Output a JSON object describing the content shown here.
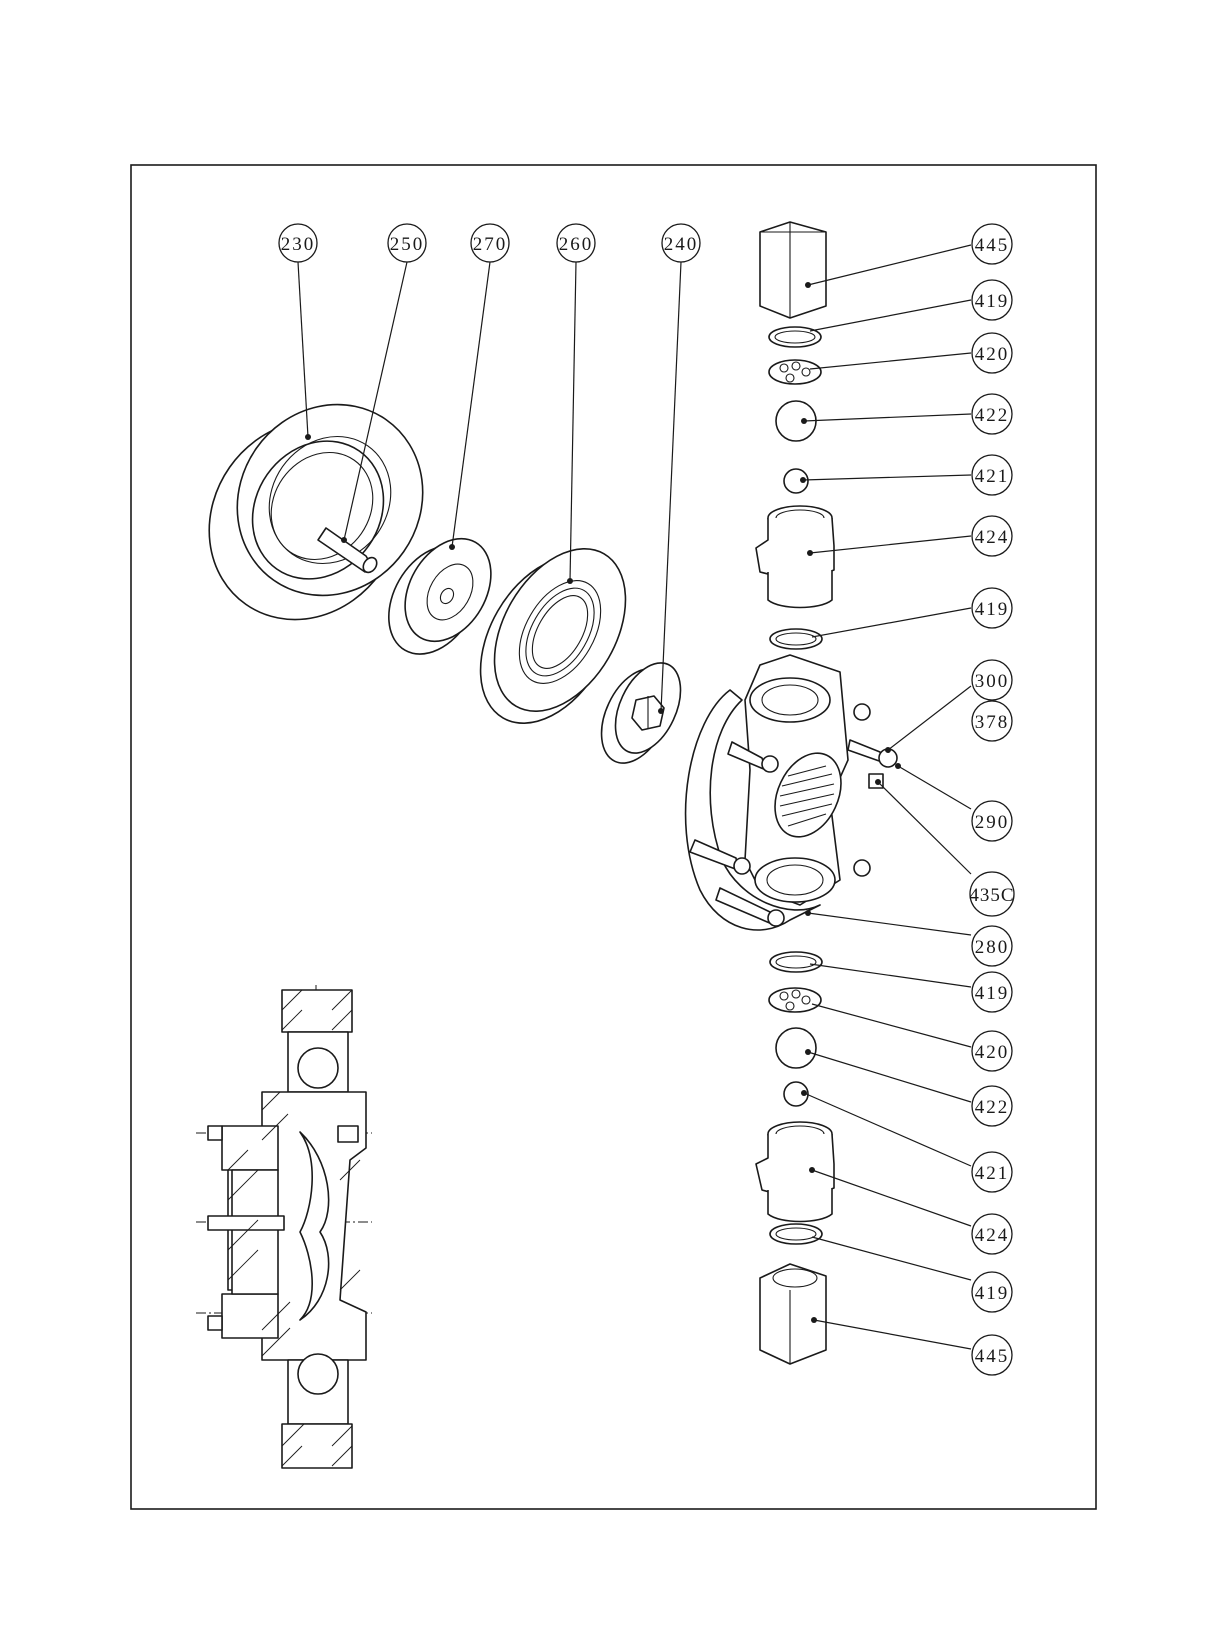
{
  "callouts": [
    {
      "id": "230",
      "label": "230"
    },
    {
      "id": "250",
      "label": "250"
    },
    {
      "id": "270",
      "label": "270"
    },
    {
      "id": "260",
      "label": "260"
    },
    {
      "id": "240",
      "label": "240"
    },
    {
      "id": "445-top",
      "label": "445"
    },
    {
      "id": "419-a",
      "label": "419"
    },
    {
      "id": "420-top",
      "label": "420"
    },
    {
      "id": "422-top",
      "label": "422"
    },
    {
      "id": "421-top",
      "label": "421"
    },
    {
      "id": "424-top",
      "label": "424"
    },
    {
      "id": "419-b",
      "label": "419"
    },
    {
      "id": "300",
      "label": "300"
    },
    {
      "id": "378",
      "label": "378"
    },
    {
      "id": "290",
      "label": "290"
    },
    {
      "id": "435C",
      "label": "435C"
    },
    {
      "id": "280",
      "label": "280"
    },
    {
      "id": "419-c",
      "label": "419"
    },
    {
      "id": "420-bottom",
      "label": "420"
    },
    {
      "id": "422-bottom",
      "label": "422"
    },
    {
      "id": "421-bottom",
      "label": "421"
    },
    {
      "id": "424-bottom",
      "label": "424"
    },
    {
      "id": "419-d",
      "label": "419"
    },
    {
      "id": "445-bottom",
      "label": "445"
    }
  ]
}
